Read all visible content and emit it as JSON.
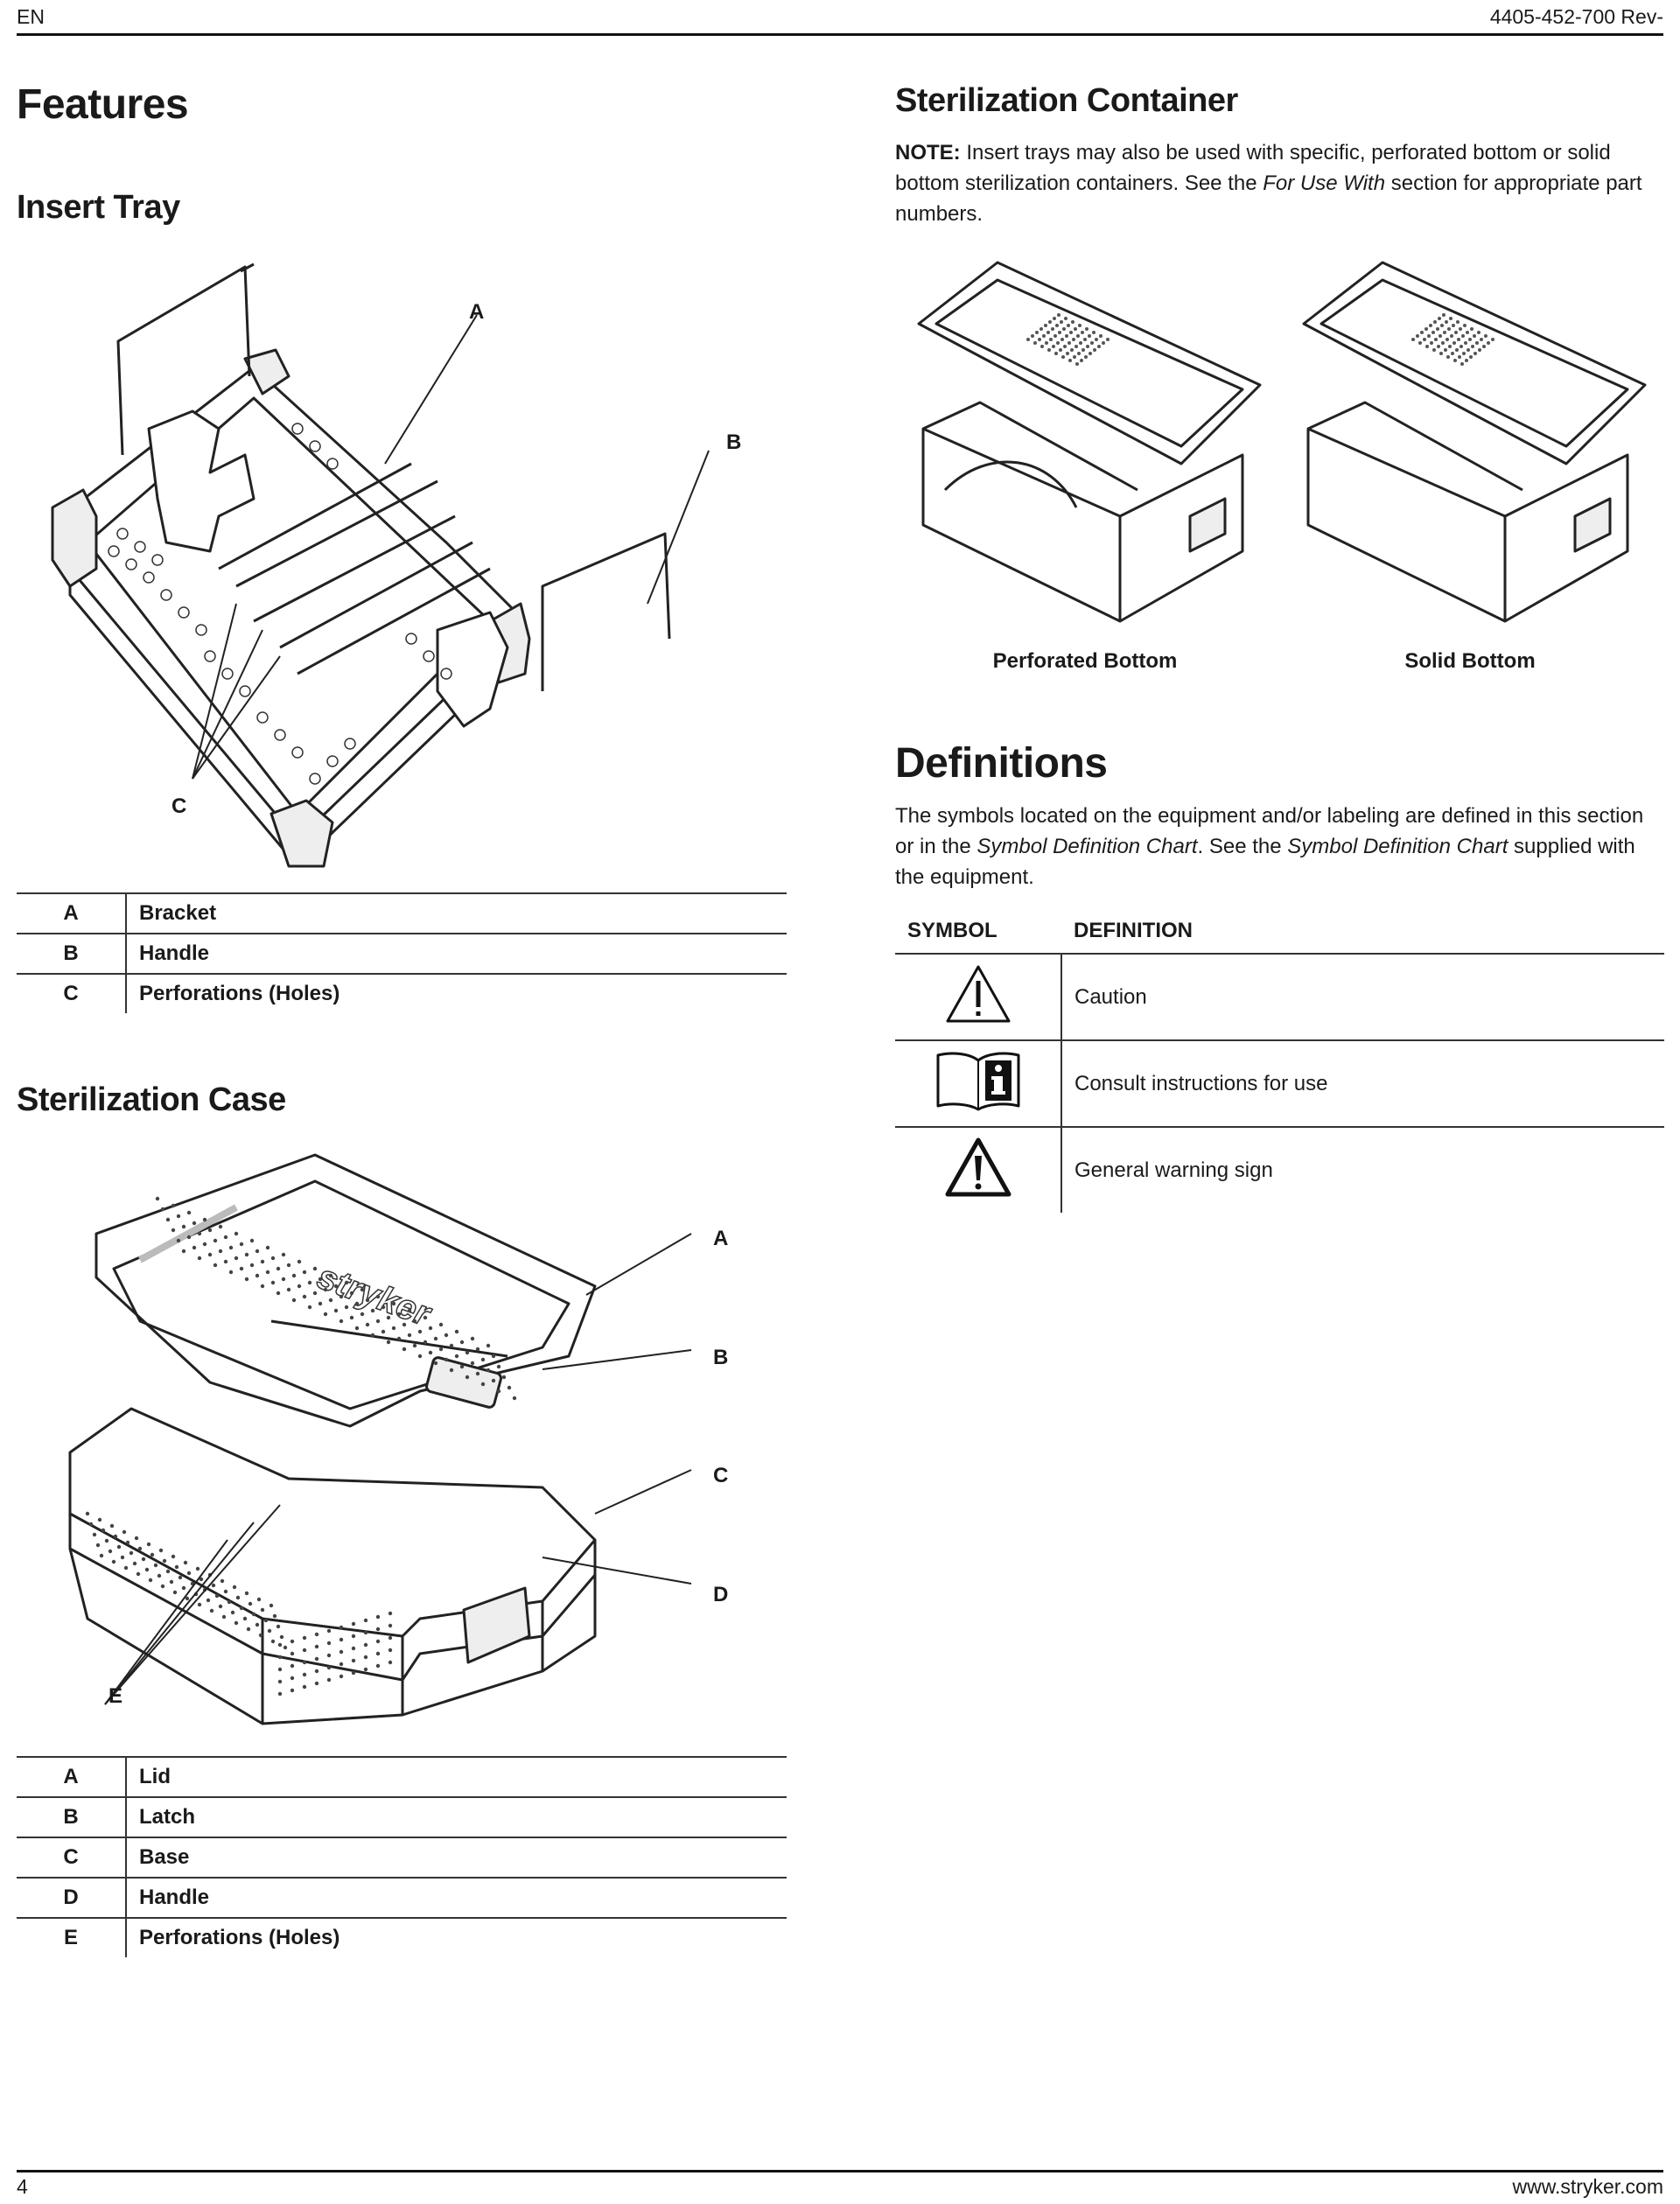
{
  "header": {
    "lang": "EN",
    "doc_number": "4405-452-700 Rev-"
  },
  "footer": {
    "page_number": "4",
    "website": "www.stryker.com"
  },
  "features": {
    "title": "Features",
    "insert_tray": {
      "title": "Insert Tray",
      "callouts": [
        "A",
        "B",
        "C"
      ],
      "legend": [
        {
          "key": "A",
          "label": "Bracket"
        },
        {
          "key": "B",
          "label": "Handle"
        },
        {
          "key": "C",
          "label": "Perforations (Holes)"
        }
      ]
    },
    "sterilization_case": {
      "title": "Sterilization Case",
      "callouts": [
        "A",
        "B",
        "C",
        "D",
        "E"
      ],
      "lid_brand": "stryker",
      "legend": [
        {
          "key": "A",
          "label": "Lid"
        },
        {
          "key": "B",
          "label": "Latch"
        },
        {
          "key": "C",
          "label": "Base"
        },
        {
          "key": "D",
          "label": "Handle"
        },
        {
          "key": "E",
          "label": "Perforations (Holes)"
        }
      ]
    }
  },
  "sterilization_container": {
    "title": "Sterilization Container",
    "note_label": "NOTE:",
    "note_text_1": " Insert trays may also be used with specific, perforated bottom or solid bottom sterilization containers. See the ",
    "note_em": "For Use With",
    "note_text_2": " section for appropriate part numbers.",
    "captions": [
      "Perforated Bottom",
      "Solid Bottom"
    ]
  },
  "definitions": {
    "title": "Definitions",
    "intro_1": "The symbols located on the equipment and/or labeling are defined in this section or in the ",
    "intro_em1": "Symbol Definition Chart",
    "intro_2": ". See the ",
    "intro_em2": "Symbol Definition Chart",
    "intro_3": " supplied with the equipment.",
    "col_symbol": "SYMBOL",
    "col_definition": "DEFINITION",
    "rows": [
      {
        "icon": "caution-triangle-icon",
        "definition": "Caution"
      },
      {
        "icon": "consult-instructions-book-icon",
        "definition": "Consult instructions for use"
      },
      {
        "icon": "general-warning-triangle-icon",
        "definition": "General warning sign"
      }
    ]
  }
}
